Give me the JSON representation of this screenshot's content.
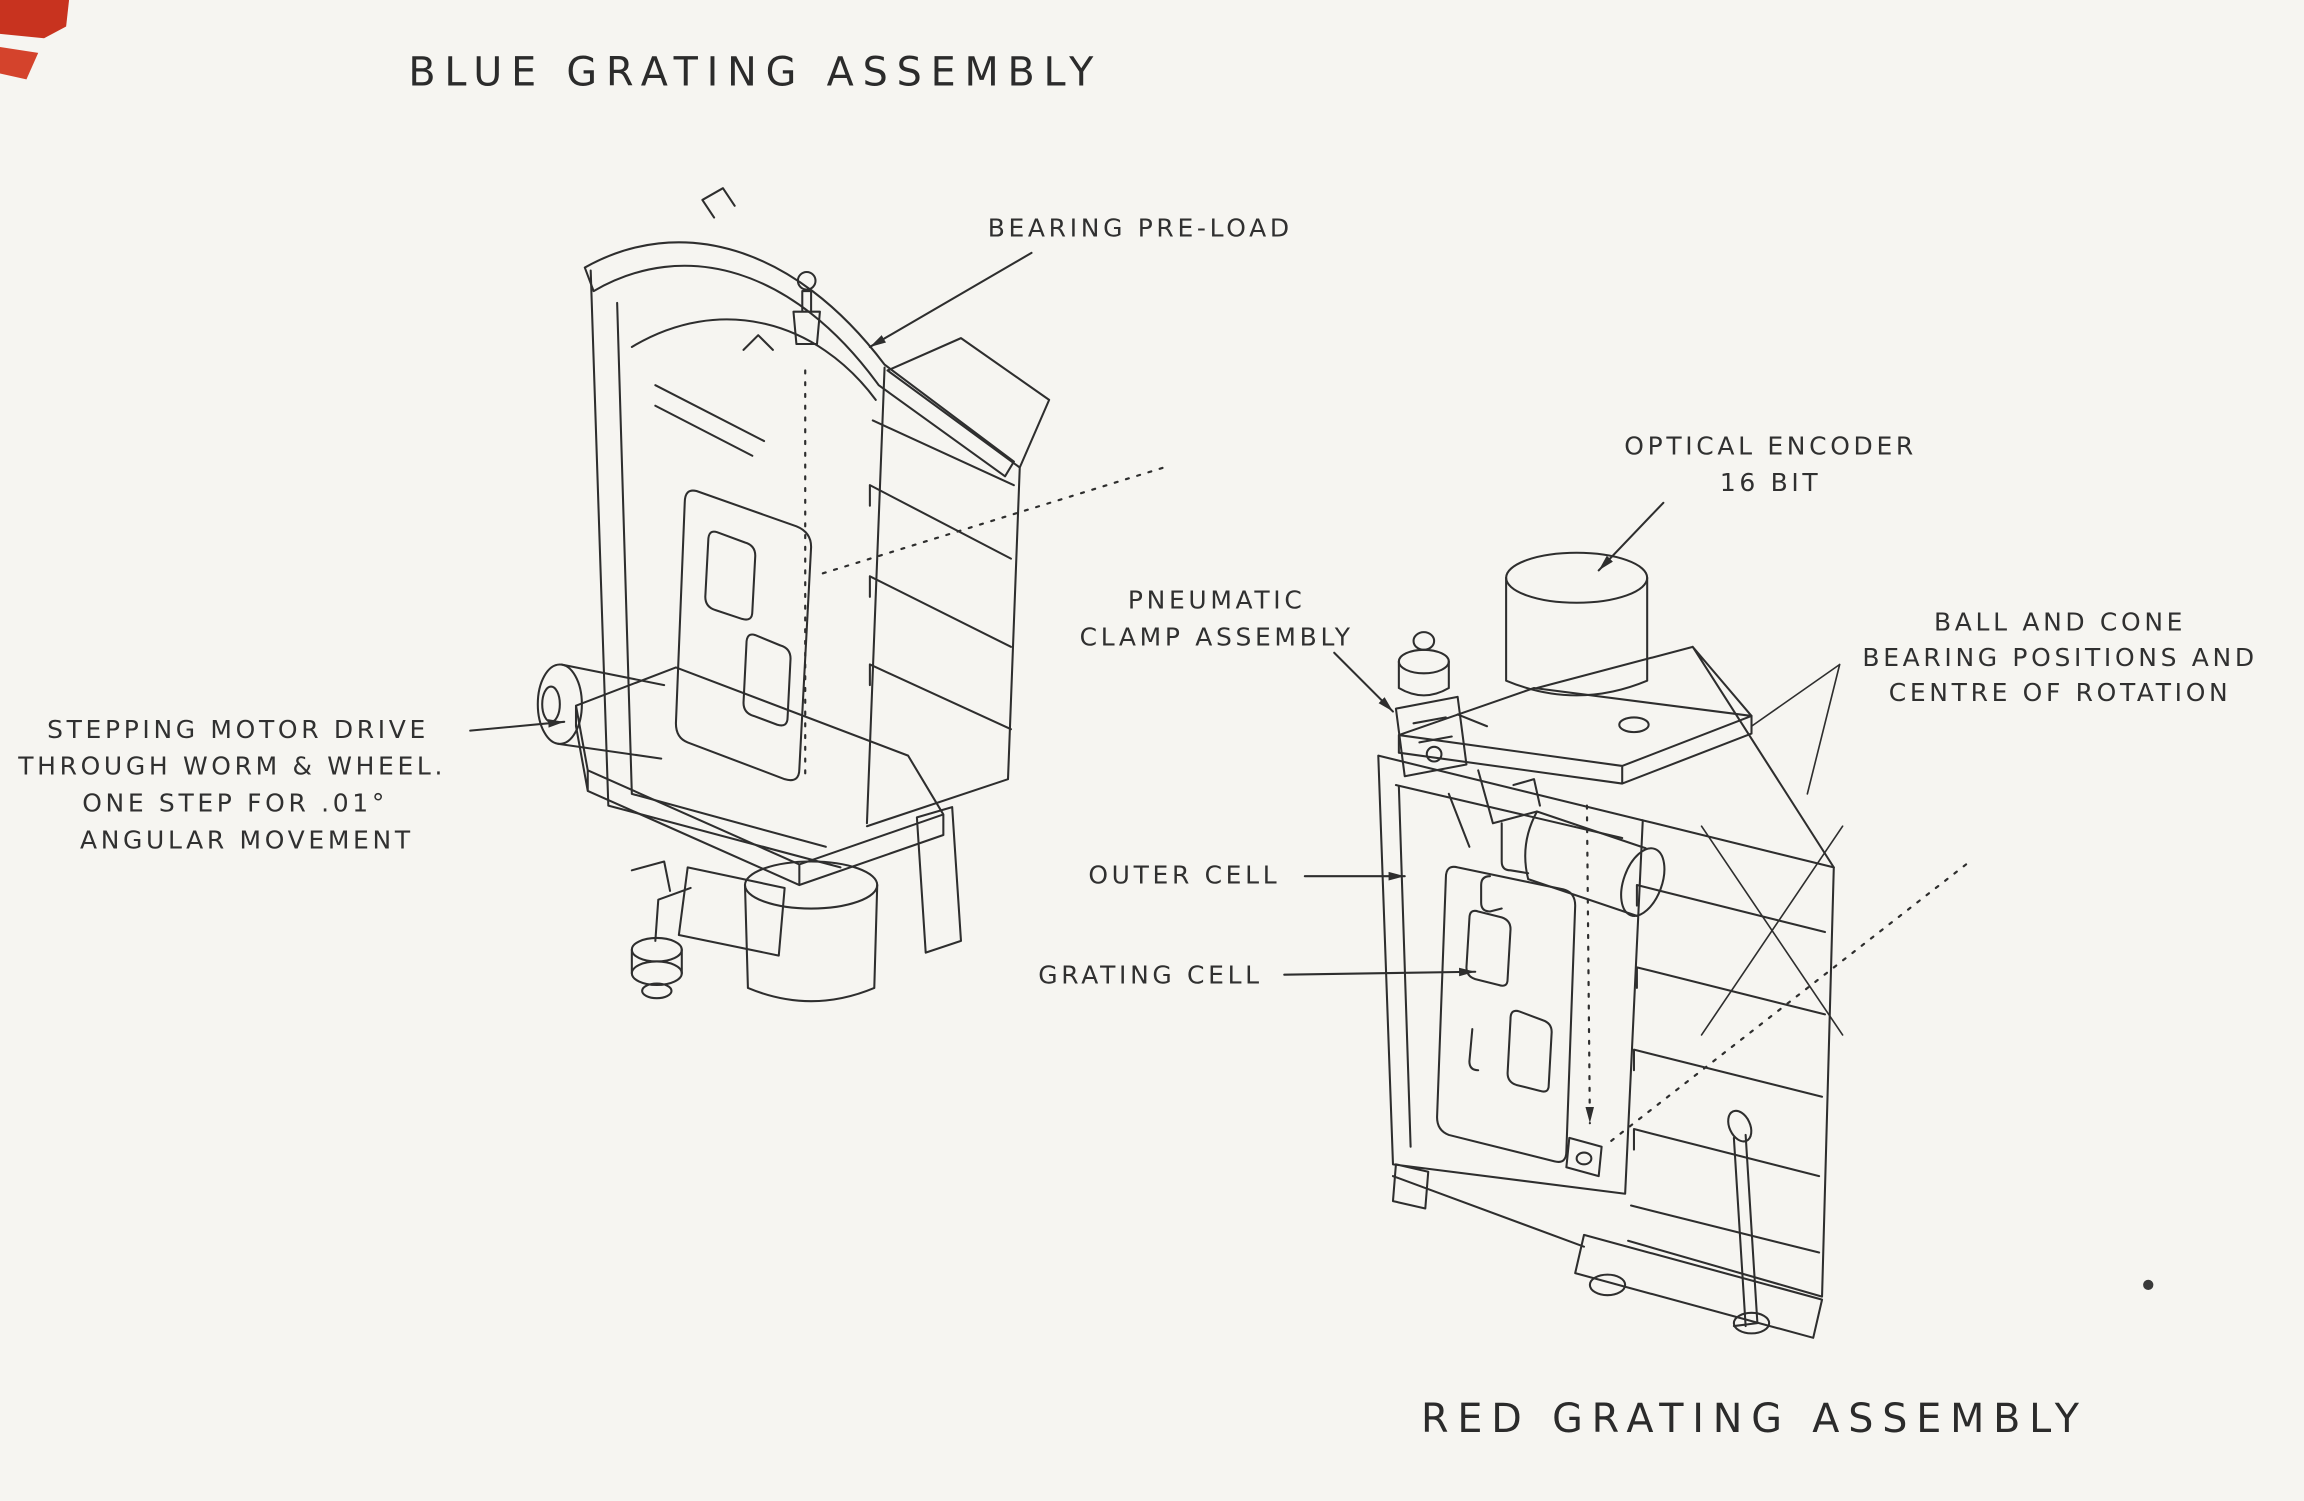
{
  "figure": {
    "kind": "scanned engineering line diagram of spectrograph grating assemblies",
    "titles": {
      "blue": "BLUE GRATING ASSEMBLY",
      "red": "RED GRATING ASSEMBLY"
    }
  },
  "callouts": {
    "bearing_preload": {
      "label": "BEARING PRE-LOAD"
    },
    "stepping_motor": {
      "lines": [
        "STEPPING MOTOR DRIVE",
        "THROUGH WORM & WHEEL.",
        "ONE STEP FOR .01°",
        "ANGULAR MOVEMENT"
      ]
    },
    "optical_encoder": {
      "lines": [
        "OPTICAL ENCODER",
        "16 BIT"
      ]
    },
    "pneumatic_clamp": {
      "lines": [
        "PNEUMATIC",
        "CLAMP ASSEMBLY"
      ]
    },
    "ball_and_cone": {
      "lines": [
        "BALL AND CONE",
        "BEARING POSITIONS AND",
        "CENTRE OF ROTATION"
      ]
    },
    "outer_cell": {
      "label": "OUTER CELL"
    },
    "grating_cell": {
      "label": "GRATING CELL"
    }
  },
  "colors": {
    "paper": "#f6f5f1",
    "ink": "#2e2e2e",
    "scan_mark_red": "#c8331f"
  }
}
